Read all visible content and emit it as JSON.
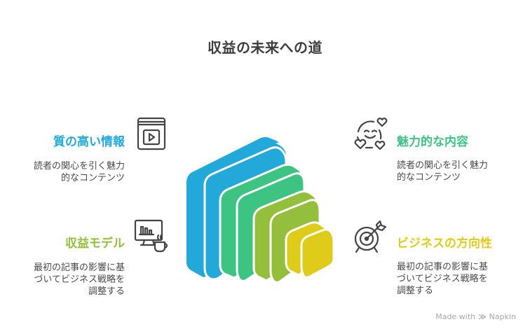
{
  "title": "収益の未来への道",
  "colors": {
    "blue": "#22a9d9",
    "green": "#3dc483",
    "olive": "#93bf3c",
    "yellow": "#dfcb1a",
    "title": "#3d3d3d",
    "text": "#4a4a4a"
  },
  "items": [
    {
      "id": "quality-info",
      "heading": "質の高い情報",
      "description_lines": [
        "読者の関心を引く魅力",
        "的なコンテンツ"
      ],
      "icon": "book-play-icon",
      "color": "#22a9d9",
      "side": "left"
    },
    {
      "id": "attractive-content",
      "heading": "魅力的な内容",
      "description_lines": [
        "読者の関心を引く魅力",
        "的なコンテンツ"
      ],
      "icon": "smiling-face-hearts-icon",
      "color": "#3dc483",
      "side": "right"
    },
    {
      "id": "revenue-model",
      "heading": "収益モデル",
      "description_lines": [
        "最初の記事の影響に基",
        "づいてビジネス戦略を",
        "調整する"
      ],
      "icon": "monitor-chart-coffee-icon",
      "color": "#93bf3c",
      "side": "left"
    },
    {
      "id": "business-direction",
      "heading": "ビジネスの方向性",
      "description_lines": [
        "最初の記事の影響に基",
        "づいてビジネス戦略を",
        "調整する"
      ],
      "icon": "target-arrow-icon",
      "color": "#dfcb1a",
      "side": "right"
    }
  ],
  "footer": {
    "made_with": "Made with",
    "brand": "Napkin"
  }
}
